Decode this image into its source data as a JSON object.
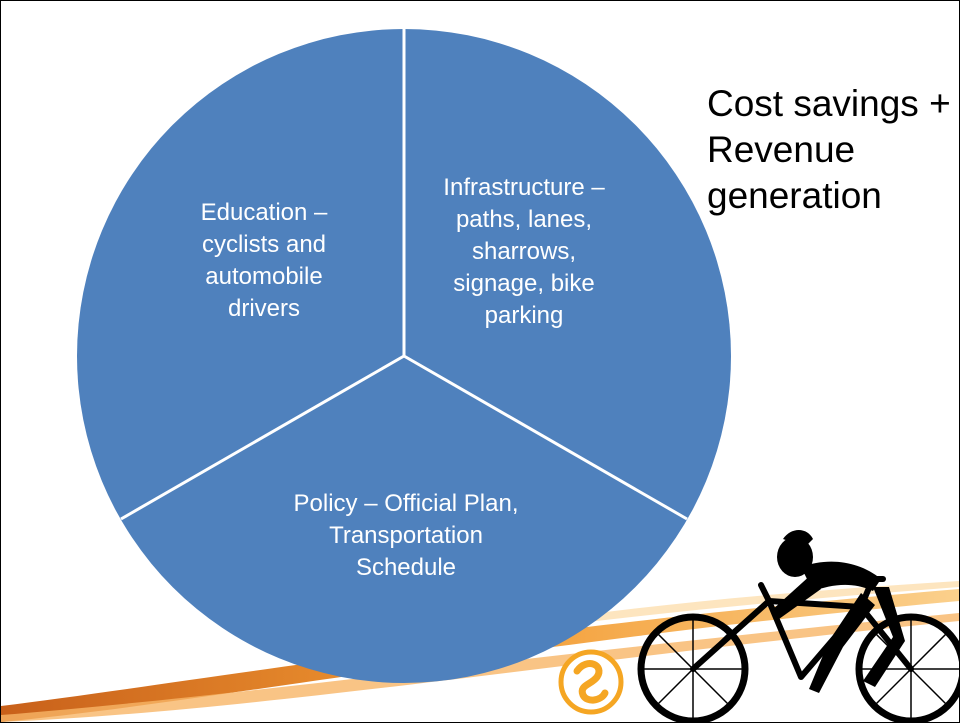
{
  "diagram": {
    "segments": [
      {
        "id": "education",
        "label": "Education –\ncyclists and\nautomobile\ndrivers"
      },
      {
        "id": "infrastructure",
        "label": "Infrastructure –\npaths, lanes,\nsharrows,\nsignage, bike\nparking"
      },
      {
        "id": "policy",
        "label": "Policy – Official Plan,\nTransportation\nSchedule"
      }
    ],
    "fill_color": "#4f81bd",
    "divider_color": "#ffffff"
  },
  "side_note": "Cost savings +\nRevenue\ngeneration",
  "decoration": {
    "swoosh_color": "#f39c34",
    "cyclist_color": "#000000",
    "logo_color": "#f5a623",
    "icons": [
      "orange-swoosh-icon",
      "cyclist-silhouette-icon",
      "logo-icon"
    ]
  }
}
